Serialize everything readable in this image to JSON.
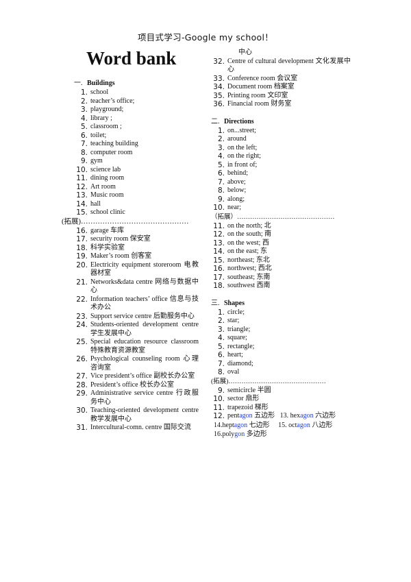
{
  "header": "项目式学习-Google my school！",
  "title": "Word bank",
  "buildings": {
    "heading_num": "一.",
    "heading": "Buildings",
    "items": [
      {
        "n": "1.",
        "t": "school"
      },
      {
        "n": "2.",
        "t": "teacher’s office;"
      },
      {
        "n": "3.",
        "t": "playground;"
      },
      {
        "n": "4.",
        "t": "library ;"
      },
      {
        "n": "5.",
        "t": "classroom ;"
      },
      {
        "n": "6.",
        "t": "toilet;"
      },
      {
        "n": "7.",
        "t": "teaching building"
      },
      {
        "n": "8.",
        "t": "computer room"
      },
      {
        "n": "9.",
        "t": "gym"
      },
      {
        "n": "10.",
        "t": "science lab"
      },
      {
        "n": "11.",
        "t": "dining room"
      },
      {
        "n": "12.",
        "t": "Art room"
      },
      {
        "n": "13.",
        "t": "Music room"
      },
      {
        "n": "14.",
        "t": "hall"
      },
      {
        "n": "15.",
        "t": "school clinic"
      }
    ],
    "expand_label": "(拓展)………………………………………",
    "extended": [
      {
        "n": "16.",
        "t": "garage 车库"
      },
      {
        "n": "17.",
        "t": "security room 保安室"
      },
      {
        "n": "18.",
        "t": "科学实验室"
      },
      {
        "n": "19.",
        "t": "Maker’s room 创客室"
      },
      {
        "n": "20.",
        "t": "Electricity equipment storeroom 电教器材室"
      },
      {
        "n": "21.",
        "t": "Networks&data centre 网络与数据中心"
      },
      {
        "n": "22.",
        "t": "Information teachers’ office 信息与技术办公"
      },
      {
        "n": "23.",
        "t": "Support service centre 后勤服务中心"
      },
      {
        "n": "24.",
        "t": "Students-oriented development centre 学生发展中心"
      },
      {
        "n": "25.",
        "t": "Special education resource classroom 特殊教育资源教室"
      },
      {
        "n": "26.",
        "t": "Psychological counseling room 心理咨询室"
      },
      {
        "n": "27.",
        "t": "Vice president’s office 副校长办公室"
      },
      {
        "n": "28.",
        "t": "President’s office 校长办公室"
      },
      {
        "n": "29.",
        "t": "Administrative service centre 行政服务中心"
      },
      {
        "n": "30.",
        "t": "Teaching-oriented development centre 教学发展中心"
      },
      {
        "n": "31.",
        "t": "Intercultural-comn. centre 国际交流"
      }
    ]
  },
  "right_top": {
    "continuation": "中心",
    "items": [
      {
        "n": "32.",
        "t": "Centre of cultural development 文化发展中心"
      },
      {
        "n": "33.",
        "t": "Conference room 会议室"
      },
      {
        "n": "34.",
        "t": "Document room 档案室"
      },
      {
        "n": "35.",
        "t": "Printing room 文印室"
      },
      {
        "n": "36.",
        "t": "Financial room 财务室"
      }
    ]
  },
  "directions": {
    "heading_num": "二.",
    "heading": "Directions",
    "items": [
      {
        "n": "1.",
        "t": "on...street;"
      },
      {
        "n": "2.",
        "t": "around"
      },
      {
        "n": "3.",
        "t": "on the left;"
      },
      {
        "n": "4.",
        "t": "on the right;"
      },
      {
        "n": "5.",
        "t": "in front of;"
      },
      {
        "n": "6.",
        "t": "behind;"
      },
      {
        "n": "7.",
        "t": "above;"
      },
      {
        "n": "8.",
        "t": "below;"
      },
      {
        "n": "9.",
        "t": "along;"
      },
      {
        "n": "10.",
        "t": "near;"
      }
    ],
    "expand_label": "（拓展）………………………………………",
    "extended": [
      {
        "n": "11.",
        "t": "on the north; 北"
      },
      {
        "n": "12.",
        "t": "on the south; 南"
      },
      {
        "n": "13.",
        "t": "on the west; 西"
      },
      {
        "n": "14.",
        "t": "on the east; 东"
      },
      {
        "n": "15.",
        "t": "northeast; 东北"
      },
      {
        "n": "16.",
        "t": "northwest; 西北"
      },
      {
        "n": "17.",
        "t": "southeast; 东南"
      },
      {
        "n": "18.",
        "t": "southwest 西南"
      }
    ]
  },
  "shapes": {
    "heading_num": "三.",
    "heading": "Shapes",
    "items": [
      {
        "n": "1.",
        "t": "circle;"
      },
      {
        "n": "2.",
        "t": "star;"
      },
      {
        "n": "3.",
        "t": "triangle;"
      },
      {
        "n": "4.",
        "t": "square;"
      },
      {
        "n": "5.",
        "t": "rectangle;"
      },
      {
        "n": "6.",
        "t": "heart;"
      },
      {
        "n": "7.",
        "t": "diamond;"
      },
      {
        "n": "8.",
        "t": "oval"
      }
    ],
    "expand_label": "(拓展)………………………………………",
    "extended": [
      {
        "n": "9.",
        "t": "semicircle 半圆"
      },
      {
        "n": "10.",
        "t": "sector 扇形"
      },
      {
        "n": "11.",
        "t": "trapezoid 梯形"
      }
    ],
    "item12": {
      "n": "12.",
      "pre": "pent",
      "hl": "agon",
      "post": " 五边形",
      "n13": "13. hex",
      "hl13": "agon",
      "post13": " 六边形"
    },
    "item14": {
      "pre": "14.hept",
      "hl": "agon",
      "post": " 七边形",
      "n15": "15. oct",
      "hl15": "agon",
      "post15": " 八边形"
    },
    "item16": {
      "pre": "16.poly",
      "hl": "gon",
      "post": " 多边形"
    }
  },
  "colors": {
    "highlight": "#1f3fd6"
  }
}
